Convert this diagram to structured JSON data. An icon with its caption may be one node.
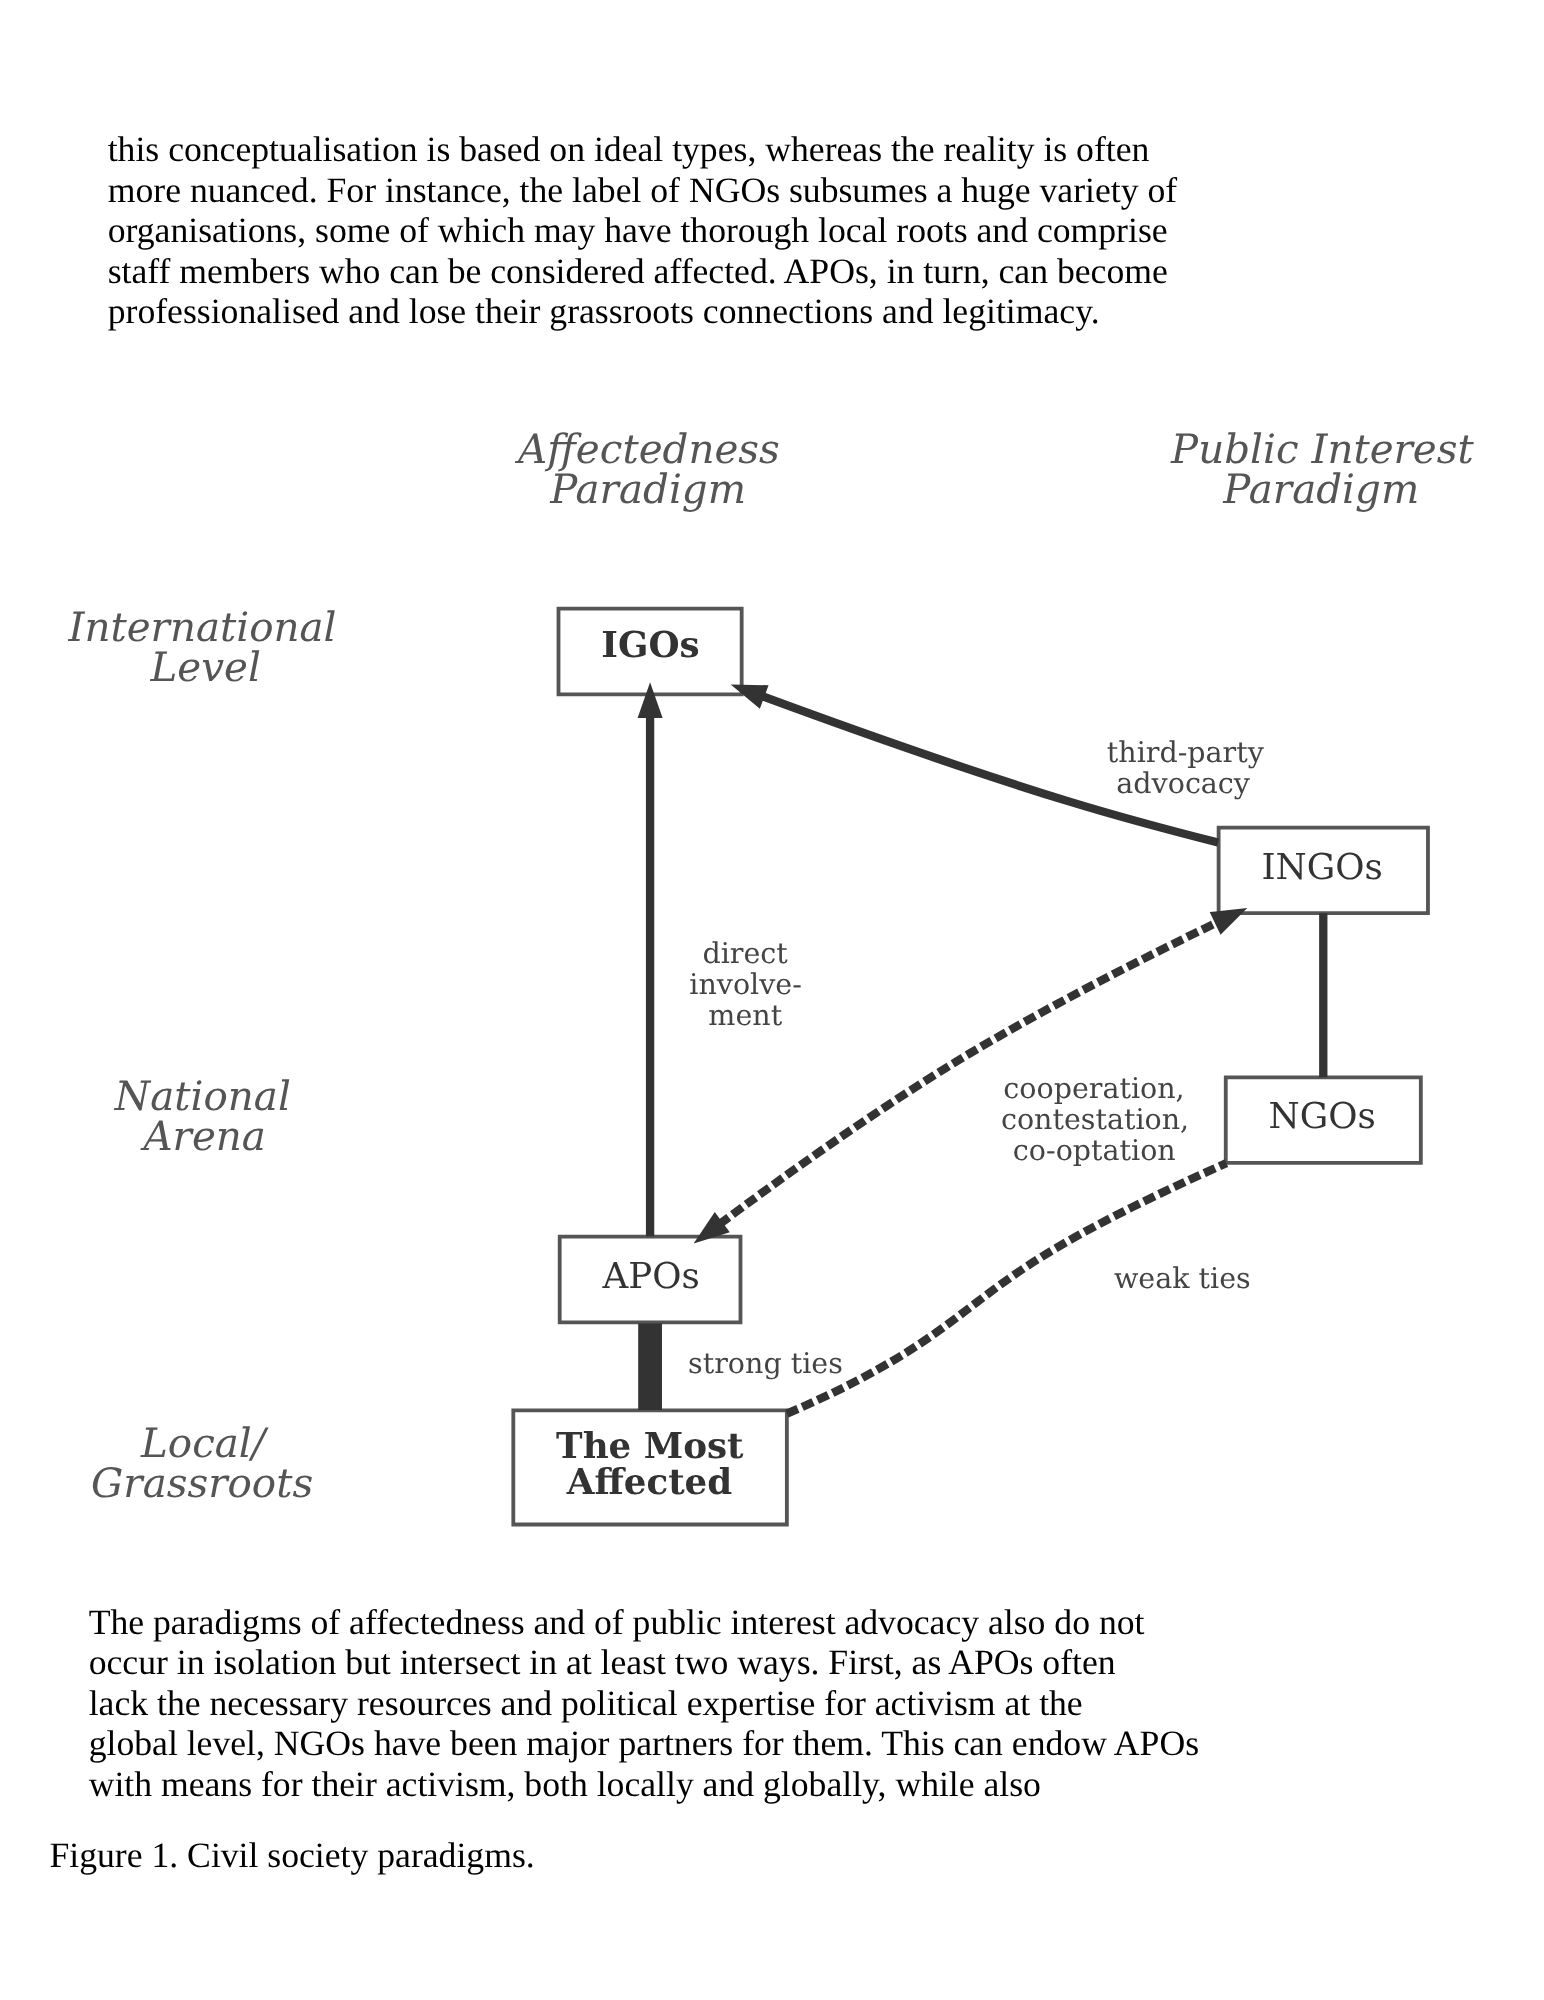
{
  "diagram": {
    "caption": "Figure 1. Civil society paradigms.",
    "nodes": [
      {
        "text": [
          "IGOs"
        ]
      },
      {
        "text": [
          "INGOs"
        ]
      },
      {
        "text": [
          "NGOs"
        ]
      },
      {
        "text": [
          "APOs"
        ]
      },
      {
        "text": [
          "The Most Affected"
        ]
      }
    ],
    "edges": [
      {
        "from": 3,
        "to": 0,
        "arrow": "to",
        "label": "direct involve- ment"
      },
      {
        "from": 4,
        "to": 3,
        "arrow": "none",
        "label": "strong ties",
        "style": "thick"
      },
      {
        "from": 1,
        "to": 0,
        "arrow": "to",
        "label": "third-party advocacy"
      },
      {
        "from": 2,
        "to": 1,
        "arrow": "none"
      },
      {
        "from": 4,
        "to": 2,
        "arrow": "none",
        "label": "weak ties",
        "style": "dashed"
      },
      {
        "from": 3,
        "to": 1,
        "arrow": "both",
        "label": "cooperation, contestation, co-optation",
        "style": "dashed"
      }
    ],
    "labels": [
      "this conceptualisation is based on ideal types, whereas the reality is often more nuanced. For instance, the label of NGOs subsumes a huge variety of organisations, some of which may have thorough local roots and comprise staff members who can be considered affected. APOs, in turn, can become professionalised and lose their grassroots connections and legitimacy.",
      "Affectedness Paradigm",
      "Public Interest Paradigm",
      "International Level",
      "National Arena",
      "Local/ Grassroots",
      "The paradigms of affectedness and of public interest advocacy also do not occur in isolation but intersect in at least two ways. First, as APOs often lack the necessary resources and political expertise for activism at the global level, NGOs have been major partners for them. This can endow APOs with means for their activism, both locally and globally, while also"
    ]
  }
}
